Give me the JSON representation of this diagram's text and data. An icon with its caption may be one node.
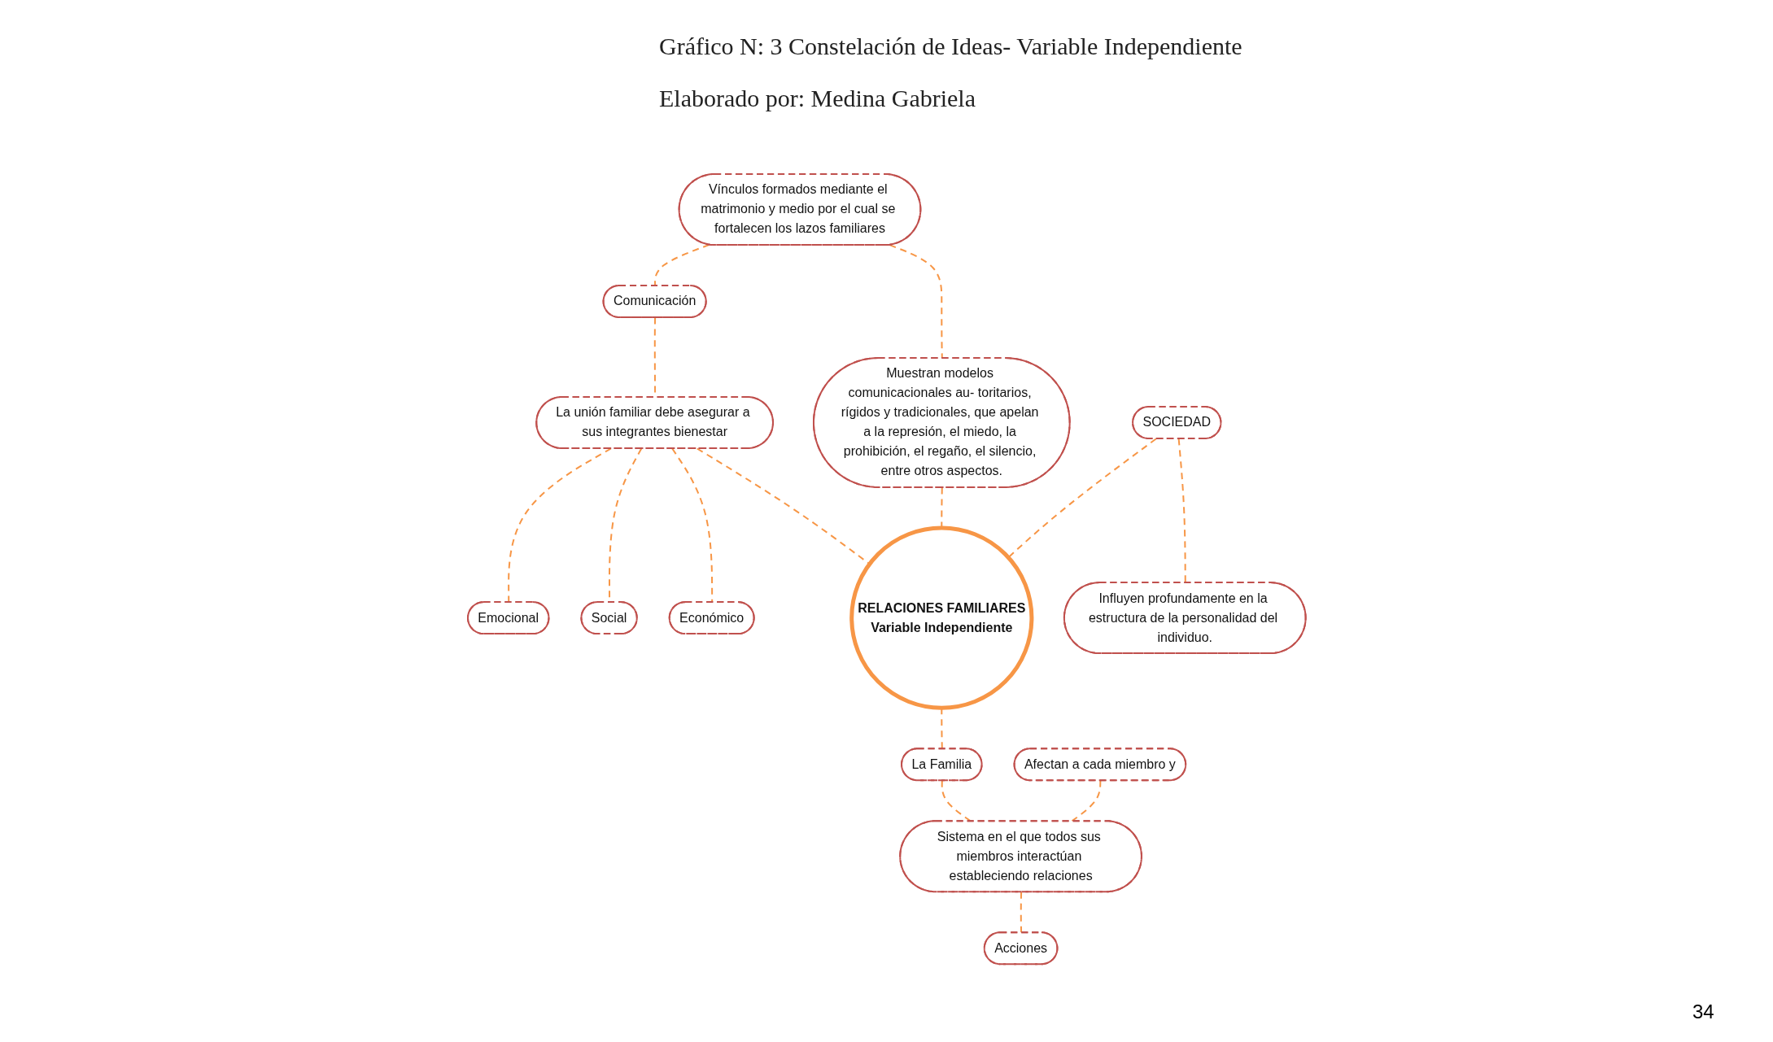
{
  "diagram": {
    "title": "Gráfico N: 3 Constelación de Ideas- Variable Independiente",
    "nodes": [
      {
        "text": [
          "Vínculos formados mediante el matrimonio y medio por el cual se fortalecen los lazos familiares"
        ]
      },
      {
        "text": [
          "Comunicación"
        ]
      },
      {
        "text": [
          "Emocional"
        ]
      },
      {
        "text": [
          "Social"
        ]
      },
      {
        "text": [
          "La unión familiar debe asegurar a sus integrantes bienestar"
        ]
      },
      {
        "text": [
          "Muestran modelos comunicacionales au- toritarios, rígidos y tradicionales, que apelan a la represión, el miedo, la prohibición, el regaño, el silencio, entre otros aspectos."
        ]
      },
      {
        "text": [
          "Económico"
        ]
      },
      {
        "text": [
          "SOCIEDAD"
        ]
      },
      {
        "text": [
          "RELACIONES FAMILIARES",
          "Variable Independiente"
        ]
      },
      {
        "text": [
          "La Familia"
        ]
      },
      {
        "text": [
          "Influyen profundamente en la estructura de la personalidad del individuo."
        ]
      },
      {
        "text": [
          "Afectan a cada miembro y"
        ]
      },
      {
        "text": [
          "Sistema en el que todos sus miembros interactúan estableciendo relaciones"
        ]
      },
      {
        "text": [
          "Acciones"
        ]
      }
    ],
    "edges": [
      {
        "from": 0,
        "to": 1,
        "arrow": "none",
        "style": "dashed"
      },
      {
        "from": 0,
        "to": 5,
        "arrow": "none",
        "style": "dashed"
      },
      {
        "from": 1,
        "to": 4,
        "arrow": "none",
        "style": "dashed"
      },
      {
        "from": 4,
        "to": 2,
        "arrow": "none",
        "style": "dashed"
      },
      {
        "from": 4,
        "to": 3,
        "arrow": "none",
        "style": "dashed"
      },
      {
        "from": 4,
        "to": 6,
        "arrow": "none",
        "style": "dashed"
      },
      {
        "from": 4,
        "to": 8,
        "arrow": "none",
        "style": "dashed"
      },
      {
        "from": 5,
        "to": 8,
        "arrow": "none",
        "style": "dashed"
      },
      {
        "from": 7,
        "to": 8,
        "arrow": "none",
        "style": "dashed"
      },
      {
        "from": 8,
        "to": 9,
        "arrow": "none",
        "style": "dashed"
      },
      {
        "from": 7,
        "to": 10,
        "arrow": "none",
        "style": "dashed"
      },
      {
        "from": 9,
        "to": 12,
        "arrow": "none",
        "style": "dashed"
      },
      {
        "from": 11,
        "to": 12,
        "arrow": "none",
        "style": "dashed"
      },
      {
        "from": 12,
        "to": 13,
        "arrow": "none",
        "style": "dashed"
      }
    ],
    "labels": [
      "Elaborado por: Medina Gabriela",
      "34"
    ]
  }
}
